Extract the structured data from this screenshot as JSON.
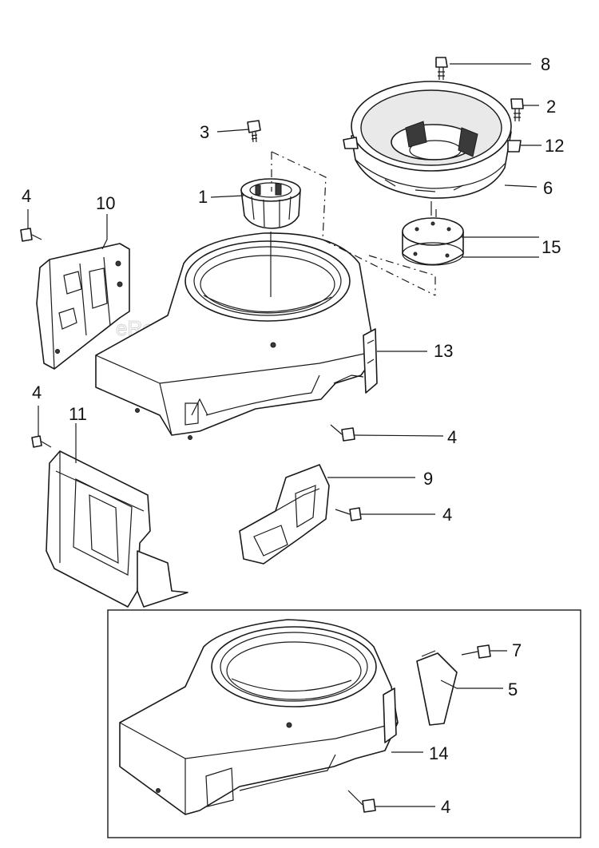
{
  "watermark": "eReplacementParts.com",
  "callouts": {
    "c1": "1",
    "c2": "2",
    "c3": "3",
    "c4a": "4",
    "c4b": "4",
    "c4c": "4",
    "c4d": "4",
    "c4e": "4",
    "c5": "5",
    "c6": "6",
    "c7": "7",
    "c8": "8",
    "c9": "9",
    "c10": "10",
    "c11": "11",
    "c12": "12",
    "c13": "13",
    "c14": "14",
    "c15": "15"
  }
}
